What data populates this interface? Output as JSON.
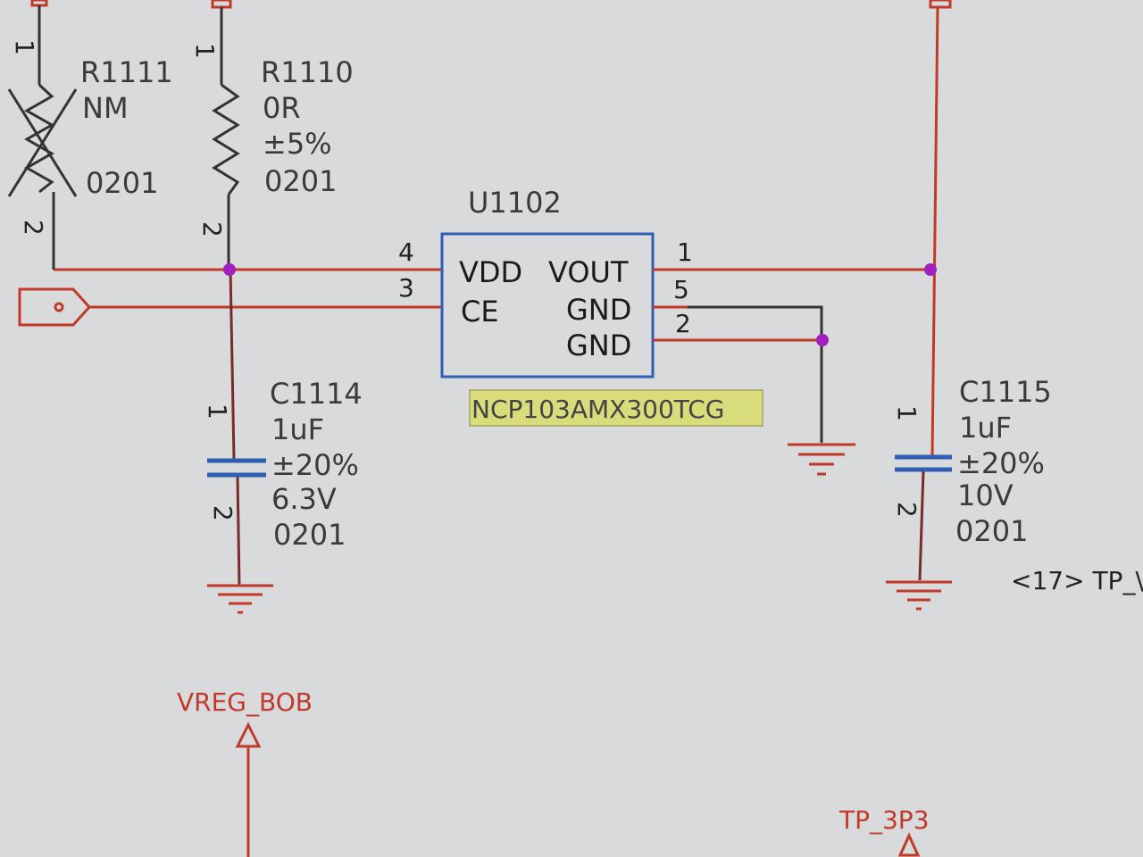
{
  "r1111": {
    "ref": "R1111",
    "value": "NM",
    "package": "0201",
    "pin1": "1",
    "pin2": "2"
  },
  "r1110": {
    "ref": "R1110",
    "value": "0R",
    "tolerance": "±5%",
    "package": "0201",
    "pin1": "1",
    "pin2": "2"
  },
  "u1102": {
    "ref": "U1102",
    "part_number": "NCP103AMX300TCG",
    "pins": {
      "vdd_num": "4",
      "ce_num": "3",
      "vout_num": "1",
      "gnd1_num": "5",
      "gnd2_num": "2"
    },
    "pin_names": {
      "vdd": "VDD",
      "ce": "CE",
      "vout": "VOUT",
      "gnd1": "GND",
      "gnd2": "GND"
    }
  },
  "c1114": {
    "ref": "C1114",
    "value": "1uF",
    "tolerance": "±20%",
    "voltage": "6.3V",
    "package": "0201",
    "pin1": "1",
    "pin2": "2"
  },
  "c1115": {
    "ref": "C1115",
    "value": "1uF",
    "tolerance": "±20%",
    "voltage": "10V",
    "package": "0201",
    "pin1": "1",
    "pin2": "2"
  },
  "nets": {
    "vreg_bob": "VREG_BOB",
    "tp_3p3": "TP_3P3"
  },
  "offpage": {
    "label": "<17> TP_\\"
  },
  "colors": {
    "wire": "#c0392b",
    "component": "#2f5fb3",
    "junction": "#a020c0",
    "highlight": "#d8dc7a",
    "background": "#d9dadb"
  }
}
